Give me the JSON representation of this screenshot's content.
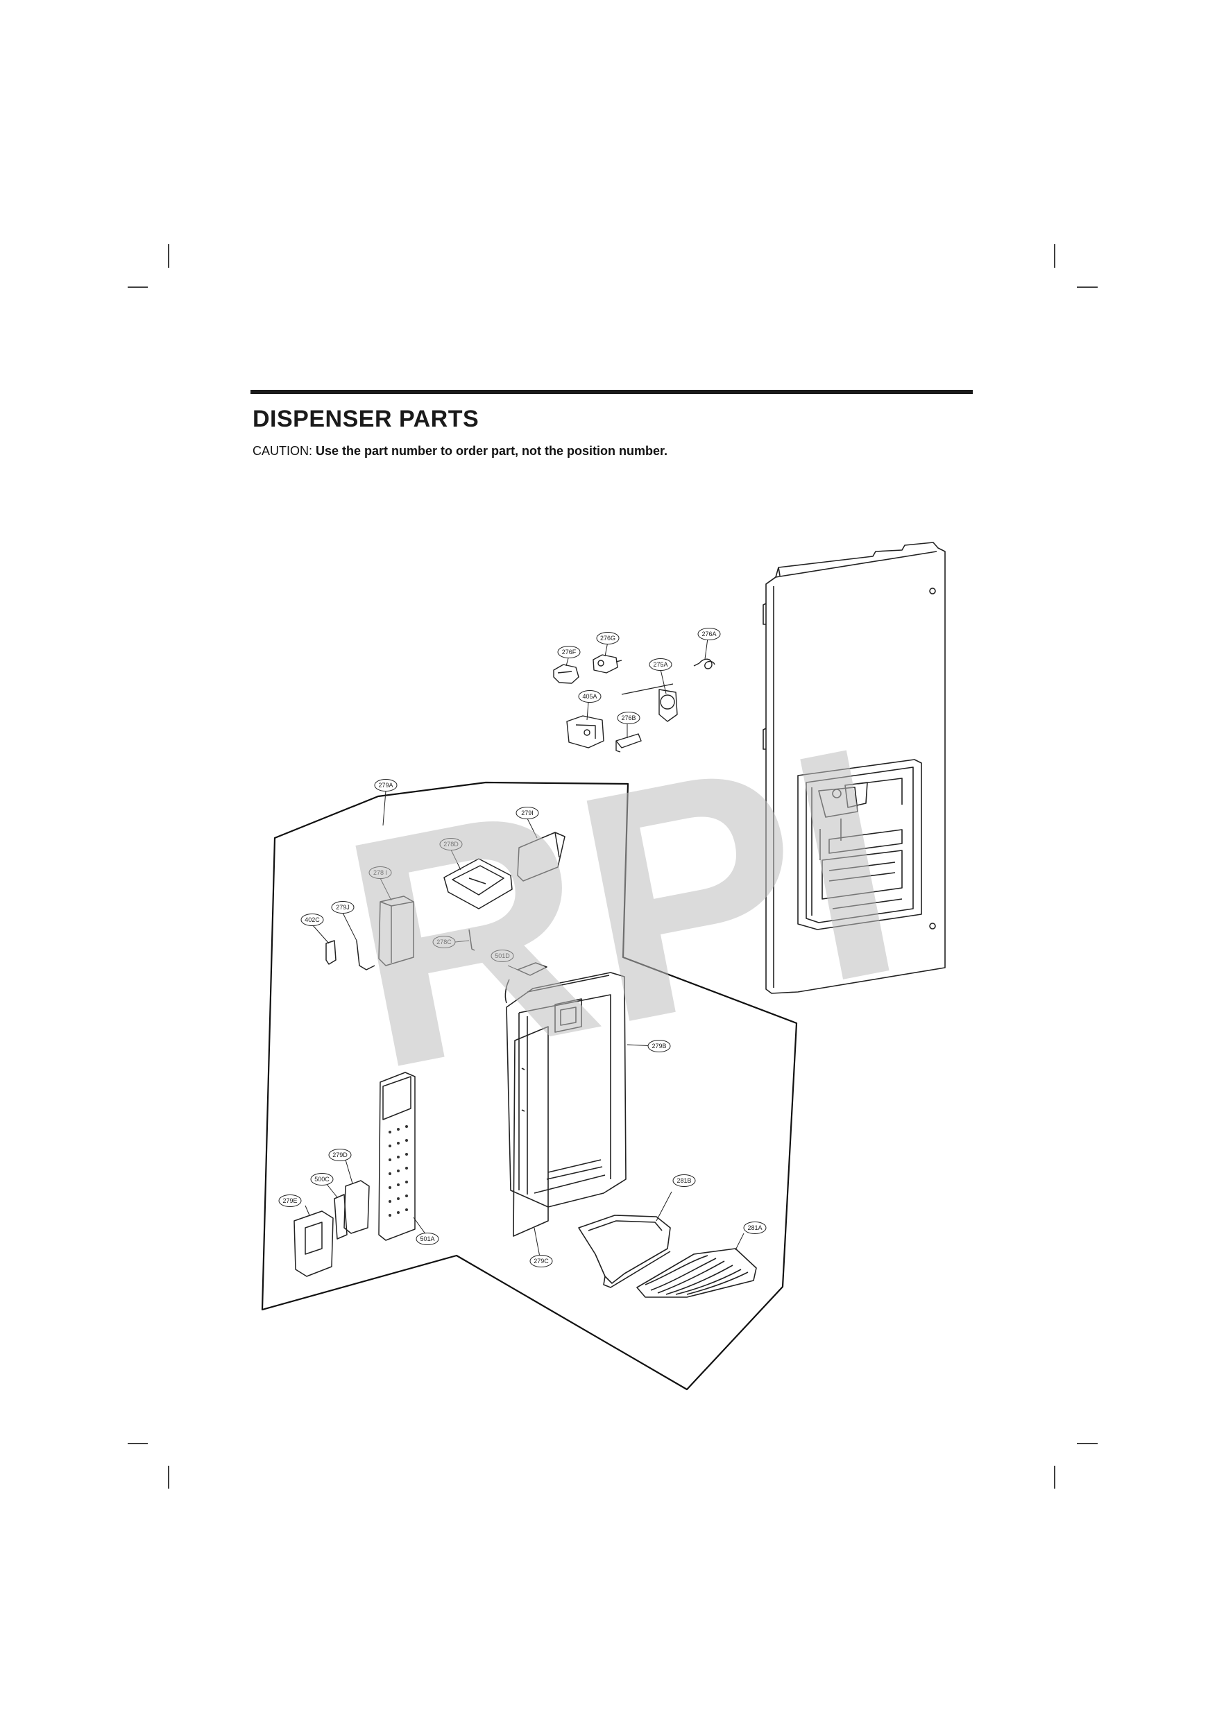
{
  "header": {
    "title": "DISPENSER PARTS",
    "caution_lead": "CAUTION: ",
    "caution_text": "Use the part number to order part, not the position number."
  },
  "watermark": "RPI",
  "callouts": [
    {
      "id": "c-276f",
      "label": "276F"
    },
    {
      "id": "c-276g",
      "label": "276G"
    },
    {
      "id": "c-275a",
      "label": "275A"
    },
    {
      "id": "c-276a",
      "label": "276A"
    },
    {
      "id": "c-405a",
      "label": "405A"
    },
    {
      "id": "c-276b",
      "label": "276B"
    },
    {
      "id": "c-279a",
      "label": "279A"
    },
    {
      "id": "c-279i",
      "label": "279I"
    },
    {
      "id": "c-278d",
      "label": "278D"
    },
    {
      "id": "c-278i",
      "label": "278 I"
    },
    {
      "id": "c-279j",
      "label": "279J"
    },
    {
      "id": "c-402c",
      "label": "402C"
    },
    {
      "id": "c-278c",
      "label": "278C"
    },
    {
      "id": "c-501d",
      "label": "501D"
    },
    {
      "id": "c-279b",
      "label": "279B"
    },
    {
      "id": "c-279d",
      "label": "279D"
    },
    {
      "id": "c-500c",
      "label": "500C"
    },
    {
      "id": "c-279e",
      "label": "279E"
    },
    {
      "id": "c-501a",
      "label": "501A"
    },
    {
      "id": "c-279c",
      "label": "279C"
    },
    {
      "id": "c-281b",
      "label": "281B"
    },
    {
      "id": "c-281a",
      "label": "281A"
    }
  ]
}
